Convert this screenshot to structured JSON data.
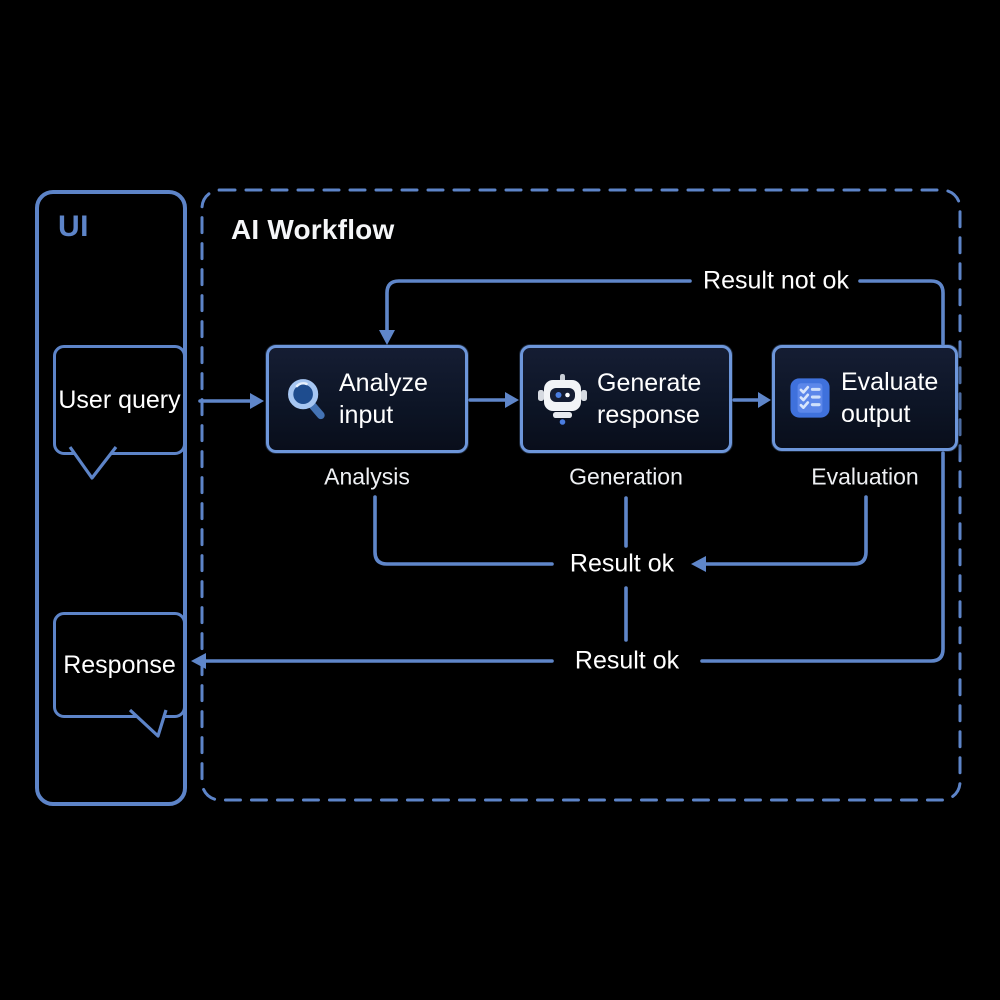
{
  "ui_panel": {
    "title": "UI",
    "user_query": {
      "label": "User query"
    },
    "response": {
      "label": "Response"
    }
  },
  "workflow": {
    "title": "AI Workflow",
    "nodes": [
      {
        "title": "Analyze input",
        "stage": "Analysis",
        "icon": "magnifier-icon"
      },
      {
        "title": "Generate response",
        "stage": "Generation",
        "icon": "robot-icon"
      },
      {
        "title": "Evaluate output",
        "stage": "Evaluation",
        "icon": "checklist-icon"
      }
    ],
    "edges": {
      "result_not_ok": "Result not ok",
      "result_ok_stages": "Result ok",
      "result_ok_response": "Result ok"
    }
  },
  "colors": {
    "background": "#000000",
    "connector_blue": "#5f86c9",
    "panel_border_blue": "#5d84c8",
    "node_border_blue": "#6d96da",
    "node_fill_dark": "#0d1526",
    "ui_title_blue": "#5d84c8",
    "text_white": "#ffffff",
    "icon_blue": "#4a7de0"
  }
}
